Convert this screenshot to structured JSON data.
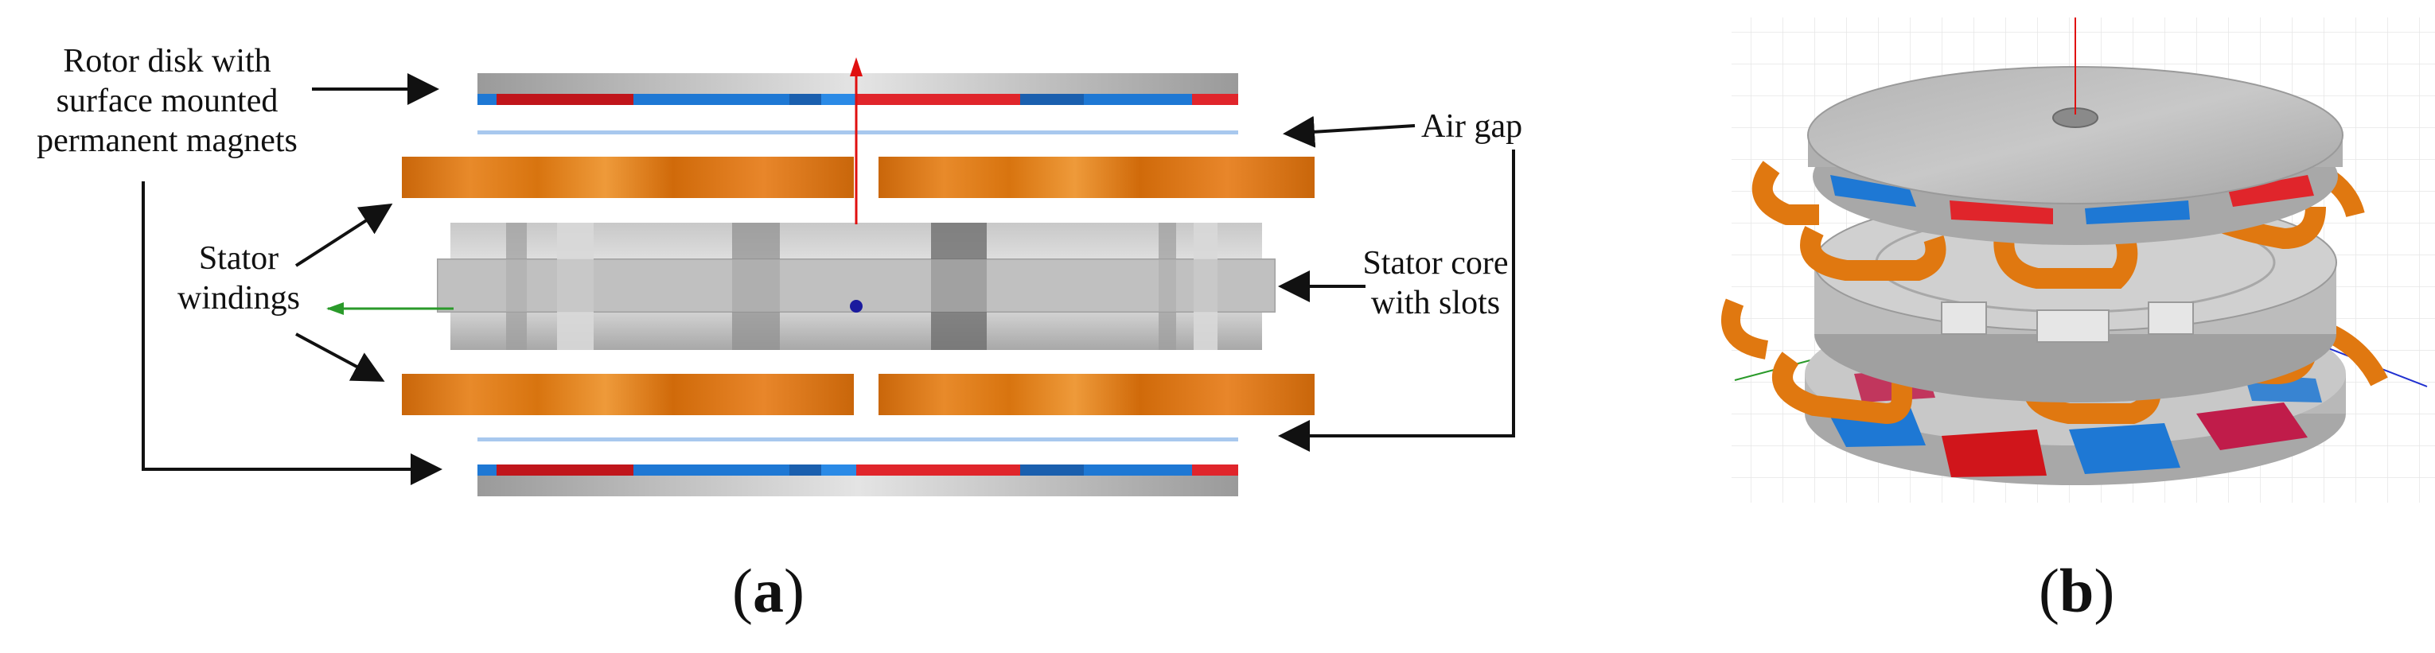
{
  "labels": {
    "rotor_line1": "Rotor disk with",
    "rotor_line2": "surface mounted",
    "rotor_line3": "permanent magnets",
    "stator_windings_line1": "Stator",
    "stator_windings_line2": "windings",
    "air_gap": "Air gap",
    "stator_core_line1": "Stator core",
    "stator_core_line2": "with slots"
  },
  "captions": {
    "a": "a",
    "b": "b"
  },
  "colors": {
    "copper": "#d4700a",
    "magnet_red": "#e0252b",
    "magnet_blue": "#1e78d4",
    "steel": "#b9b9b9",
    "axis_red": "#e01010",
    "axis_green": "#2a9a2a",
    "axis_blue": "#2030d0"
  }
}
